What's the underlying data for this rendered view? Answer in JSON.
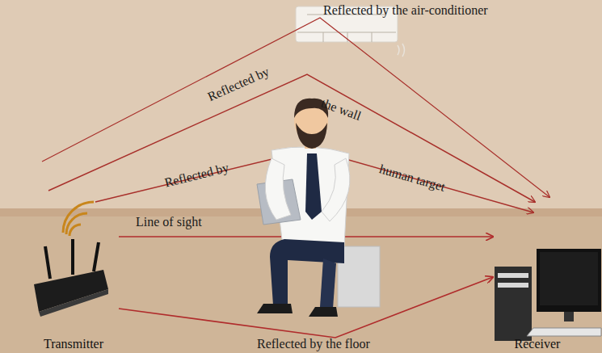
{
  "diagram": {
    "nodes": [
      {
        "text": [
          "Transmitter"
        ]
      },
      {
        "text": [
          "Receiver"
        ]
      }
    ],
    "edges": [
      {
        "from": 0,
        "to": 1,
        "arrow": "to",
        "label": "Line of sight"
      },
      {
        "from": 0,
        "to": 1,
        "arrow": "to",
        "label": "Reflected by the floor"
      }
    ],
    "labels": [
      "Reflected by the air-conditioner",
      "Reflected by",
      "the wall",
      "Reflected by",
      "human target"
    ]
  }
}
